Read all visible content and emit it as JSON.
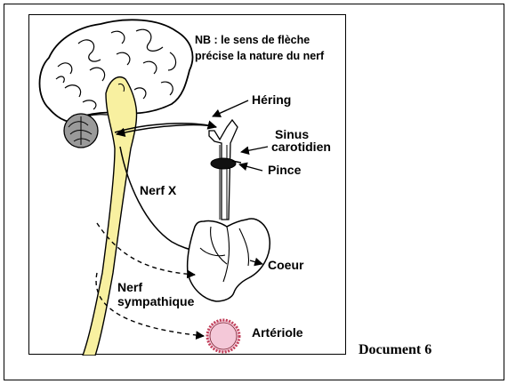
{
  "note": {
    "line1": "NB : le sens de flèche",
    "line2": "précise la nature du nerf"
  },
  "labels": {
    "hering": "Héring",
    "sinus_line1": "Sinus",
    "sinus_line2": "carotidien",
    "pince": "Pince",
    "nerf_x": "Nerf X",
    "coeur": "Coeur",
    "nerf_sympathique_line1": "Nerf",
    "nerf_sympathique_line2": "sympathique",
    "arteriole": "Artériole"
  },
  "caption": "Document 6",
  "colors": {
    "spinal_cord": "#f8f0a0",
    "arteriole_fill": "#f4c8d8",
    "arteriole_ring": "#c0405a",
    "cerebellum": "#9a9a9a",
    "line": "#000000"
  }
}
